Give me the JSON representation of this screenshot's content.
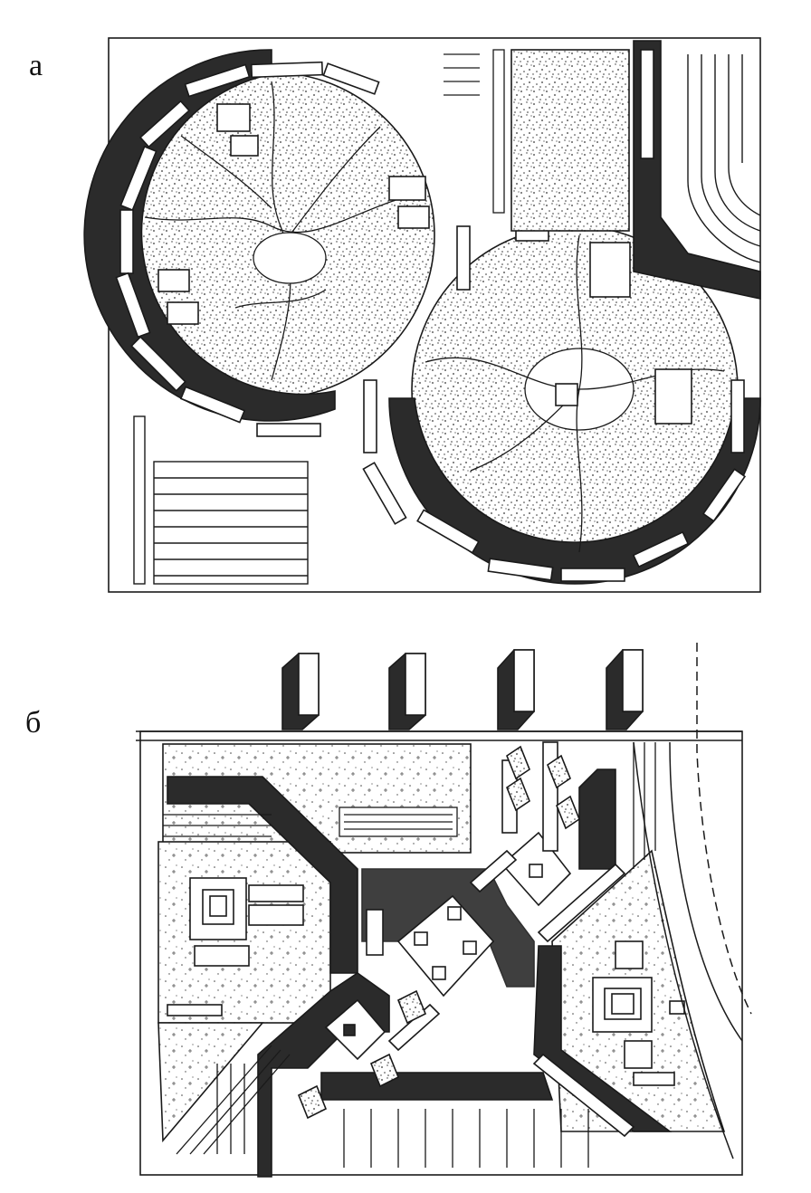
{
  "panels": [
    {
      "id": "a",
      "label": "а"
    },
    {
      "id": "b",
      "label": "б"
    }
  ],
  "colors": {
    "ink": "#1a1a1a",
    "dark_block": "#2b2b2b",
    "paper": "#ffffff",
    "stipple": "#3a3a3a"
  }
}
